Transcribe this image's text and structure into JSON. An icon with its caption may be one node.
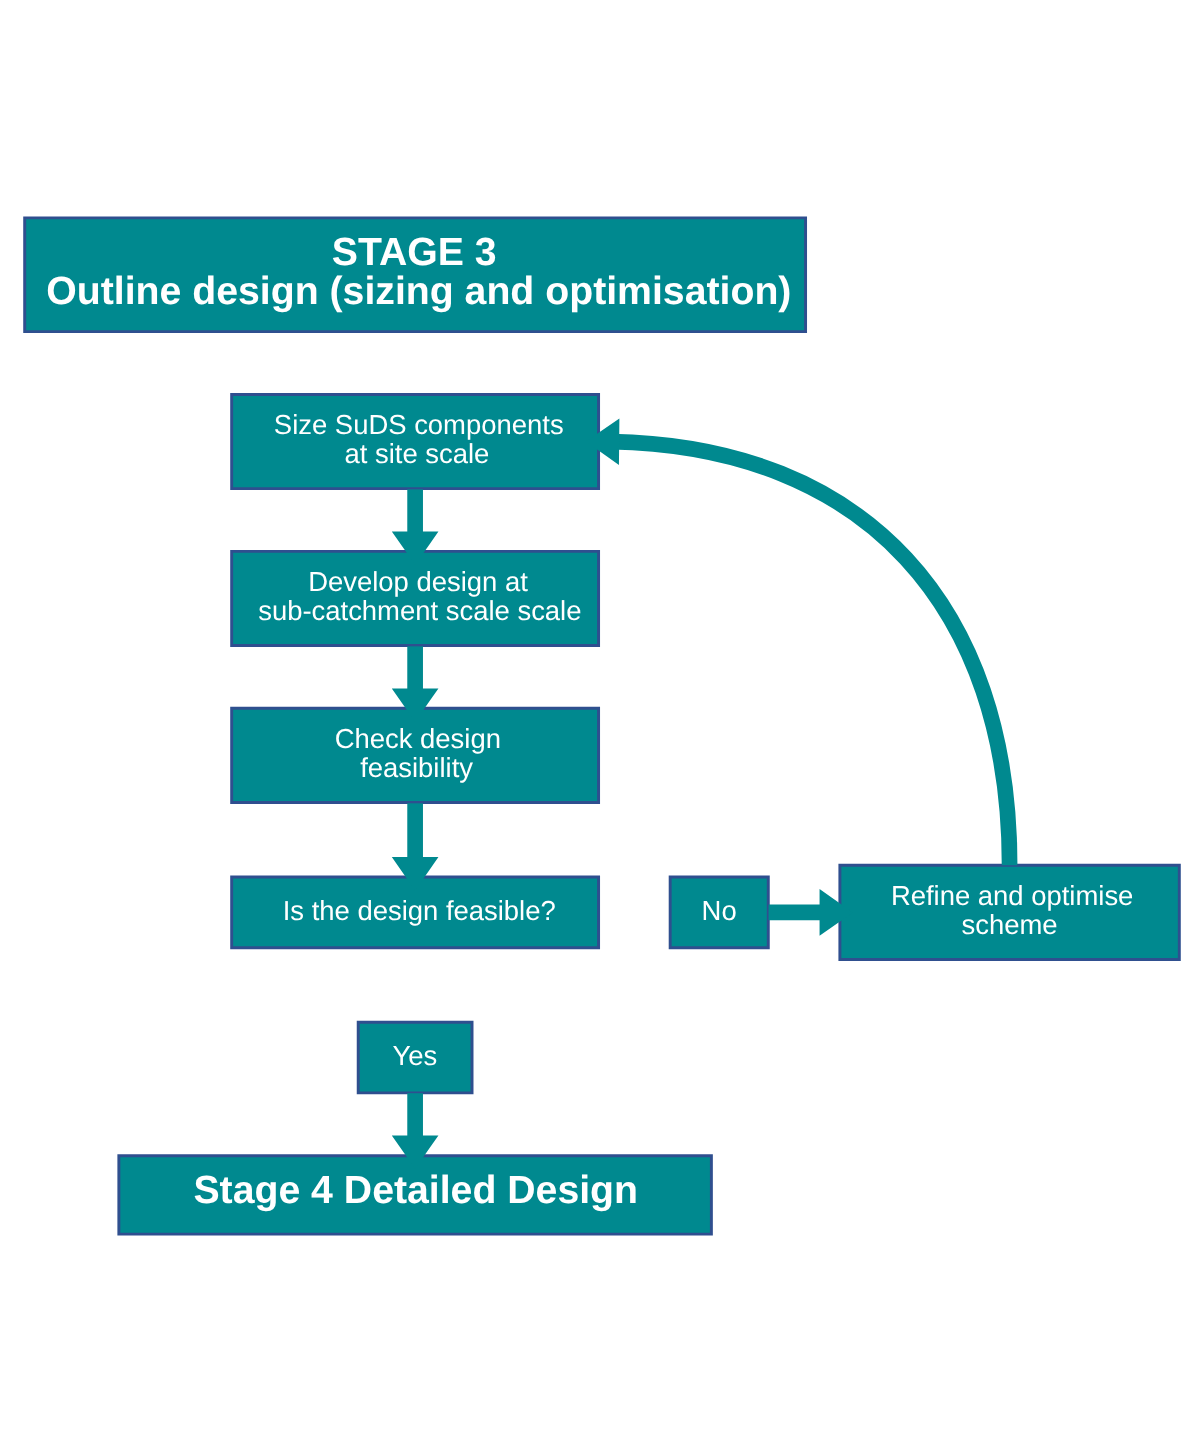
{
  "diagram": {
    "nodes": [
      {
        "text": [
          "STAGE 3",
          "Outline design (sizing and optimisation)"
        ]
      },
      {
        "text": [
          "Size SuDS components at site scale"
        ]
      },
      {
        "text": [
          "Develop design at sub-catchment scale scale"
        ]
      },
      {
        "text": [
          "Check design feasibility"
        ]
      },
      {
        "text": [
          "Is the design feasible?"
        ]
      },
      {
        "text": [
          "No"
        ]
      },
      {
        "text": [
          "Refine and optimise scheme"
        ]
      },
      {
        "text": [
          "Yes"
        ]
      },
      {
        "text": [
          "Stage 4 Detailed Design"
        ]
      }
    ],
    "edges": [
      {
        "from": 1,
        "to": 2,
        "arrow": "to"
      },
      {
        "from": 2,
        "to": 3,
        "arrow": "to"
      },
      {
        "from": 3,
        "to": 4,
        "arrow": "to"
      },
      {
        "from": 5,
        "to": 6,
        "arrow": "to"
      },
      {
        "from": 6,
        "to": 1,
        "arrow": "to"
      },
      {
        "from": 7,
        "to": 8,
        "arrow": "to"
      }
    ]
  }
}
